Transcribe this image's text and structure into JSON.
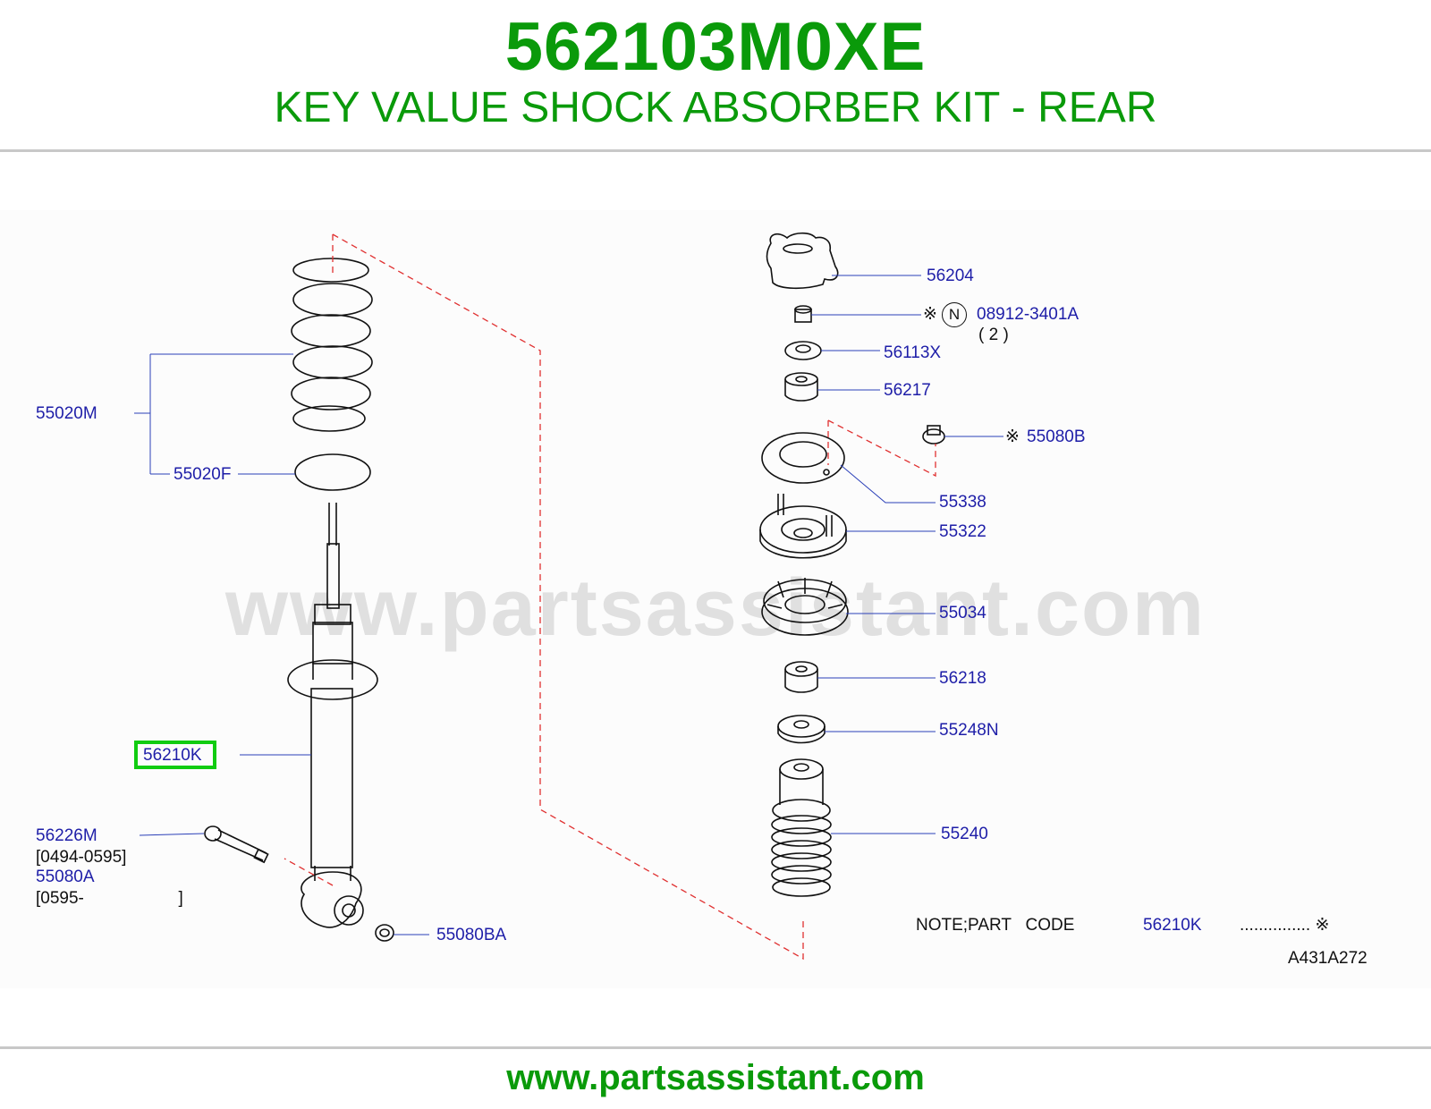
{
  "header": {
    "part_number": "562103M0XE",
    "description": "KEY VALUE SHOCK ABSORBER KIT - REAR"
  },
  "watermark": "www.partsassistant.com",
  "footer": {
    "url": "www.partsassistant.com"
  },
  "colors": {
    "brand_green": "#0a9a0a",
    "label_blue": "#1e1ea8",
    "highlight": "#11cc11"
  },
  "callouts": {
    "p55020M": "55020M",
    "p55020F": "55020F",
    "p56210K": "56210K",
    "p56226M": "56226M",
    "p56226M_range": "[0494-0595]",
    "p55080A": "55080A",
    "p55080A_range": "[0595-                    ]",
    "p55080BA": "55080BA",
    "p56204": "56204",
    "ref_mark_1": "※",
    "n_mark": "N",
    "p08912": "08912-3401A",
    "qty": "( 2 )",
    "p56113X": "56113X",
    "p56217": "56217",
    "ref_mark_2": "※",
    "p55080B": "55080B",
    "p55338": "55338",
    "p55322": "55322",
    "p55034": "55034",
    "p56218": "56218",
    "p55248N": "55248N",
    "p55240": "55240"
  },
  "note": {
    "prefix": "NOTE;PART   CODE",
    "code": "56210K",
    "suffix": "............... ※"
  },
  "figure_code": "A431A272"
}
